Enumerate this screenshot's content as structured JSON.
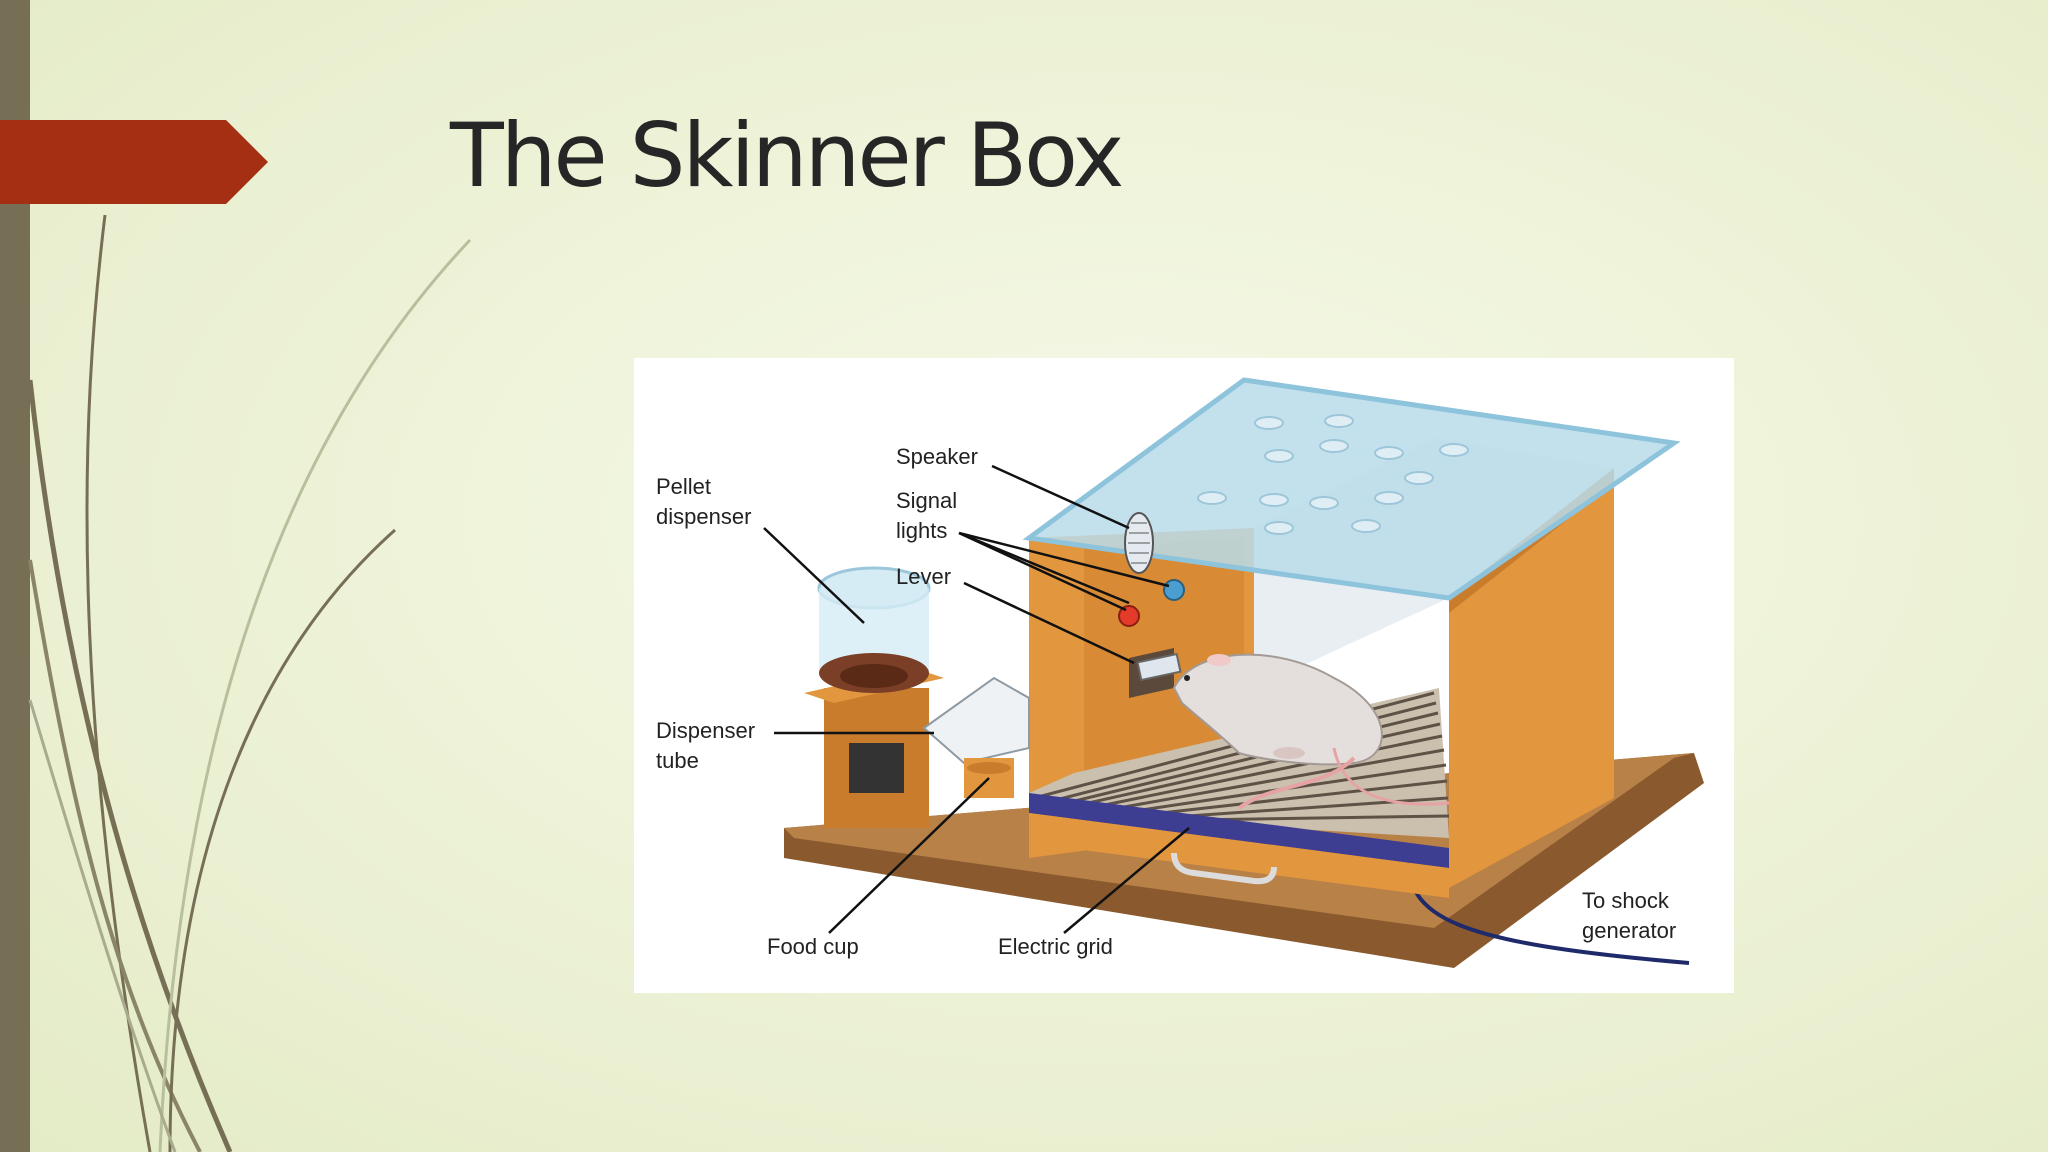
{
  "slide": {
    "title": "The Skinner Box"
  },
  "diagram": {
    "labels": {
      "speaker": "Speaker",
      "signal": "Signal",
      "lights": "lights",
      "lever": "Lever",
      "pellet": "Pellet",
      "dispenser": "dispenser",
      "dispenser_tube_1": "Dispenser",
      "dispenser_tube_2": "tube",
      "food_cup": "Food cup",
      "electric_grid": "Electric grid",
      "shock_1": "To shock",
      "shock_2": "generator"
    }
  },
  "colors": {
    "accent": "#a52f12",
    "bar": "#766f55",
    "wood": "#e2963e",
    "glass": "#b9dcea"
  }
}
